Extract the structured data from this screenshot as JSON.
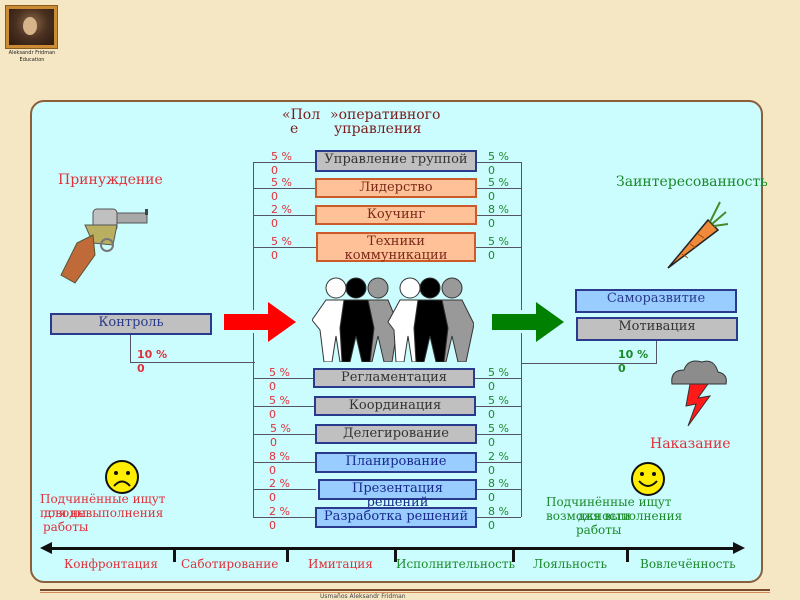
{
  "logo": {
    "caption_line1": "Aleksandr Fridman",
    "caption_line2": "Education"
  },
  "title": {
    "part1_line1": "«Пол",
    "part1_line2": "е",
    "part2_line1": "»оперативного",
    "part2_line2": "управления"
  },
  "left_concept": {
    "label": "Принуждение",
    "icon": "revolver-icon",
    "color": "#e0303a"
  },
  "right_concept": {
    "label": "Заинтересованность",
    "icon": "carrot-icon",
    "color": "#1a8a2a"
  },
  "punishment": {
    "label": "Наказание",
    "icon": "storm-cloud-lightning-icon"
  },
  "control_box": {
    "label": "Контроль",
    "pct": "10 %",
    "pct_zero": "0"
  },
  "motivation_boxes": [
    {
      "label": "Саморазвитие",
      "style": "blue"
    },
    {
      "label": "Мотивация",
      "style": "gray",
      "pct": "10 %",
      "pct_zero": "0"
    }
  ],
  "upper_boxes": [
    {
      "label": "Управление группой",
      "style": "gray",
      "left_pct": "5 %",
      "right_pct": "5 %"
    },
    {
      "label": "Лидерство",
      "style": "orange",
      "left_pct": "5 %",
      "right_pct": "5 %"
    },
    {
      "label": "Коучинг",
      "style": "orange",
      "left_pct": "2 %",
      "right_pct": "8 %"
    },
    {
      "label": "Техники коммуникации",
      "style": "orange",
      "left_pct": "5 %",
      "right_pct": "5 %"
    }
  ],
  "lower_boxes": [
    {
      "label": "Регламентация",
      "style": "gray",
      "left_pct": "5 %",
      "right_pct": "5 %"
    },
    {
      "label": "Координация",
      "style": "gray",
      "left_pct": "5 %",
      "right_pct": "5 %"
    },
    {
      "label": "Делегирование",
      "style": "gray",
      "left_pct": "5 %",
      "right_pct": "5 %"
    },
    {
      "label": "Планирование",
      "style": "blue",
      "left_pct": "8 %",
      "right_pct": "2 %"
    },
    {
      "label": "Презентация решений",
      "style": "blue",
      "left_pct": "2 %",
      "right_pct": "8 %"
    },
    {
      "label": "Разработка решений",
      "style": "blue",
      "left_pct": "2 %",
      "right_pct": "8 %"
    }
  ],
  "pct_zero": "0",
  "center_icon": "group-of-people-icon",
  "left_arrow_color": "#ff0000",
  "right_arrow_color": "#008000",
  "sad_caption": {
    "line1": "Подчинённые ищут",
    "line2_overlap_a": "поводы",
    "line2_overlap_b": "для невыполнения",
    "line3": "работы"
  },
  "happy_caption": {
    "line1": "Подчинённые ищут",
    "line2_overlap_a": "возможности",
    "line2_overlap_b": "для выполнения",
    "line3": "работы"
  },
  "scale": [
    {
      "label": "Конфронтация",
      "color": "red"
    },
    {
      "label": "Саботирование",
      "color": "red"
    },
    {
      "label": "Имитация",
      "color": "red"
    },
    {
      "label": "Исполнительность",
      "color": "green"
    },
    {
      "label": "Лояльность",
      "color": "green"
    },
    {
      "label": "Вовлечённость",
      "color": "green"
    }
  ],
  "footer": {
    "text": "Usmaños     Aleksandr Fridman"
  }
}
